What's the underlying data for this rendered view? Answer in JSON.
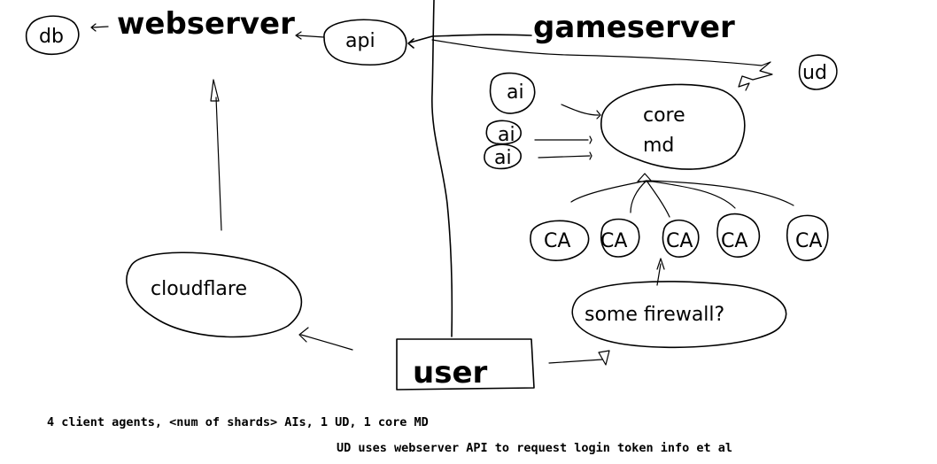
{
  "nodes": {
    "db": "db",
    "webserver": "webserver",
    "api": "api",
    "gameserver": "gameserver",
    "ud": "ud",
    "ai_1": "ai",
    "ai_2": "ai",
    "ai_3": "ai",
    "core": "core",
    "md": "md",
    "ca_1": "CA",
    "ca_2": "CA",
    "ca_3": "CA",
    "ca_4": "CA",
    "ca_5": "CA",
    "cloudflare": "cloudflare",
    "firewall": "some firewall?",
    "user": "user"
  },
  "notes": {
    "line1": "4 client agents, <num of shards> AIs, 1 UD, 1 core MD",
    "line2": "UD uses webserver API to request login token info et al"
  }
}
